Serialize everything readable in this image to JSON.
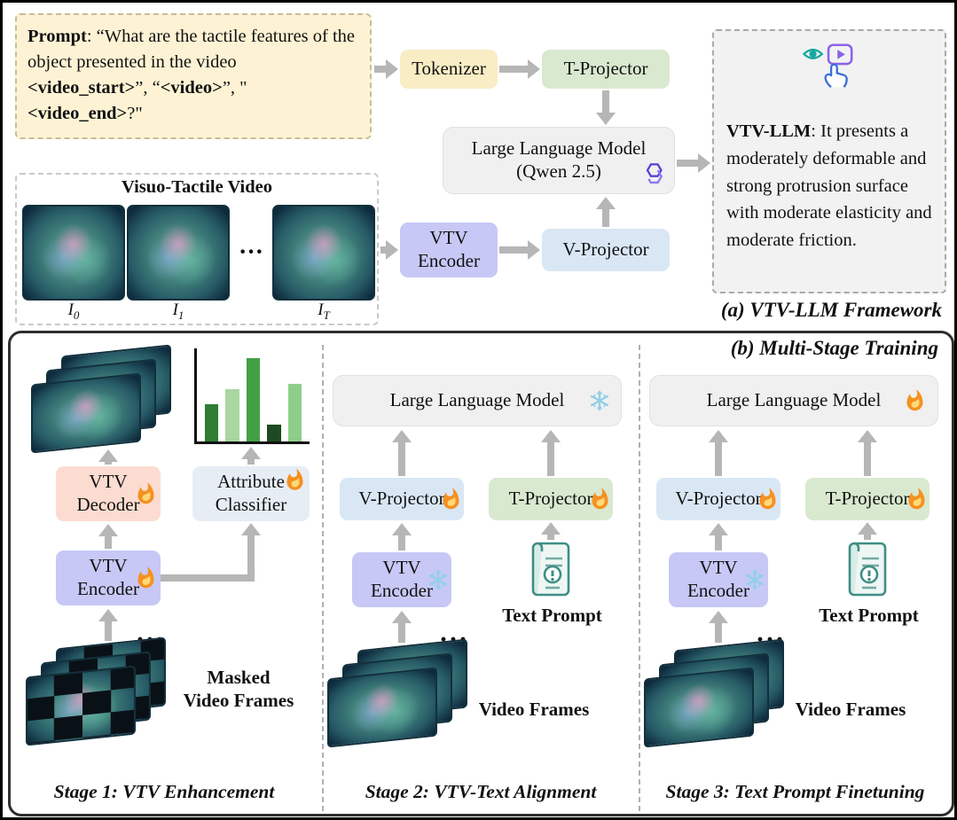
{
  "panel_a": {
    "caption": "(a) VTV-LLM Framework",
    "prompt": {
      "label": "Prompt",
      "t1": ": “What are the tactile features of the object presented in the video ",
      "tag1": "<video_start>",
      "t2": "”, “",
      "tag2": "<video>",
      "t3": "”, \"",
      "tag3": "<video_end>",
      "t4": "?\""
    },
    "tokenizer": "Tokenizer",
    "t_projector": "T-Projector",
    "llm": {
      "line1": "Large Language Model",
      "line2": "(Qwen 2.5)"
    },
    "vtv_encoder": {
      "line1": "VTV",
      "line2": "Encoder"
    },
    "v_projector": "V-Projector",
    "video_section": {
      "title": "Visuo-Tactile Video",
      "dots": "···",
      "frames": [
        {
          "base": "I",
          "sub": "0"
        },
        {
          "base": "I",
          "sub": "1"
        },
        {
          "base": "I",
          "sub": "T"
        }
      ]
    },
    "output": {
      "label": "VTV-LLM",
      "text": ": It presents a moderately deformable and strong protrusion surface with moderate elasticity and moderate friction."
    }
  },
  "panel_b": {
    "caption": "(b) Multi-Stage Training",
    "stage1": {
      "caption": "Stage 1: VTV Enhancement",
      "dots_top": "···",
      "dots_bottom": "···",
      "vtv_decoder": {
        "line1": "VTV",
        "line2": "Decoder"
      },
      "attribute_classifier": {
        "line1": "Attribute",
        "line2": "Classifier"
      },
      "vtv_encoder": {
        "line1": "VTV",
        "line2": "Encoder"
      },
      "masked_label": {
        "line1": "Masked",
        "line2": "Video Frames"
      },
      "chart": {
        "type": "bar",
        "bars": [
          {
            "height_pct": 40,
            "color": "#2e7d32"
          },
          {
            "height_pct": 56,
            "color": "#a9d7a0"
          },
          {
            "height_pct": 90,
            "color": "#43a047"
          },
          {
            "height_pct": 18,
            "color": "#1d4a20"
          },
          {
            "height_pct": 62,
            "color": "#8fce8a"
          }
        ]
      }
    },
    "stage2": {
      "caption": "Stage 2: VTV-Text Alignment",
      "llm": "Large Language Model",
      "v_projector": "V-Projector",
      "t_projector": "T-Projector",
      "vtv_encoder": {
        "line1": "VTV",
        "line2": "Encoder"
      },
      "text_prompt_label": "Text Prompt",
      "frames_label": "Video Frames",
      "dots": "···"
    },
    "stage3": {
      "caption": "Stage 3: Text Prompt Finetuning",
      "llm": "Large Language Model",
      "v_projector": "V-Projector",
      "t_projector": "T-Projector",
      "vtv_encoder": {
        "line1": "VTV",
        "line2": "Encoder"
      },
      "text_prompt_label": "Text Prompt",
      "frames_label": "Video Frames",
      "dots": "···"
    }
  }
}
